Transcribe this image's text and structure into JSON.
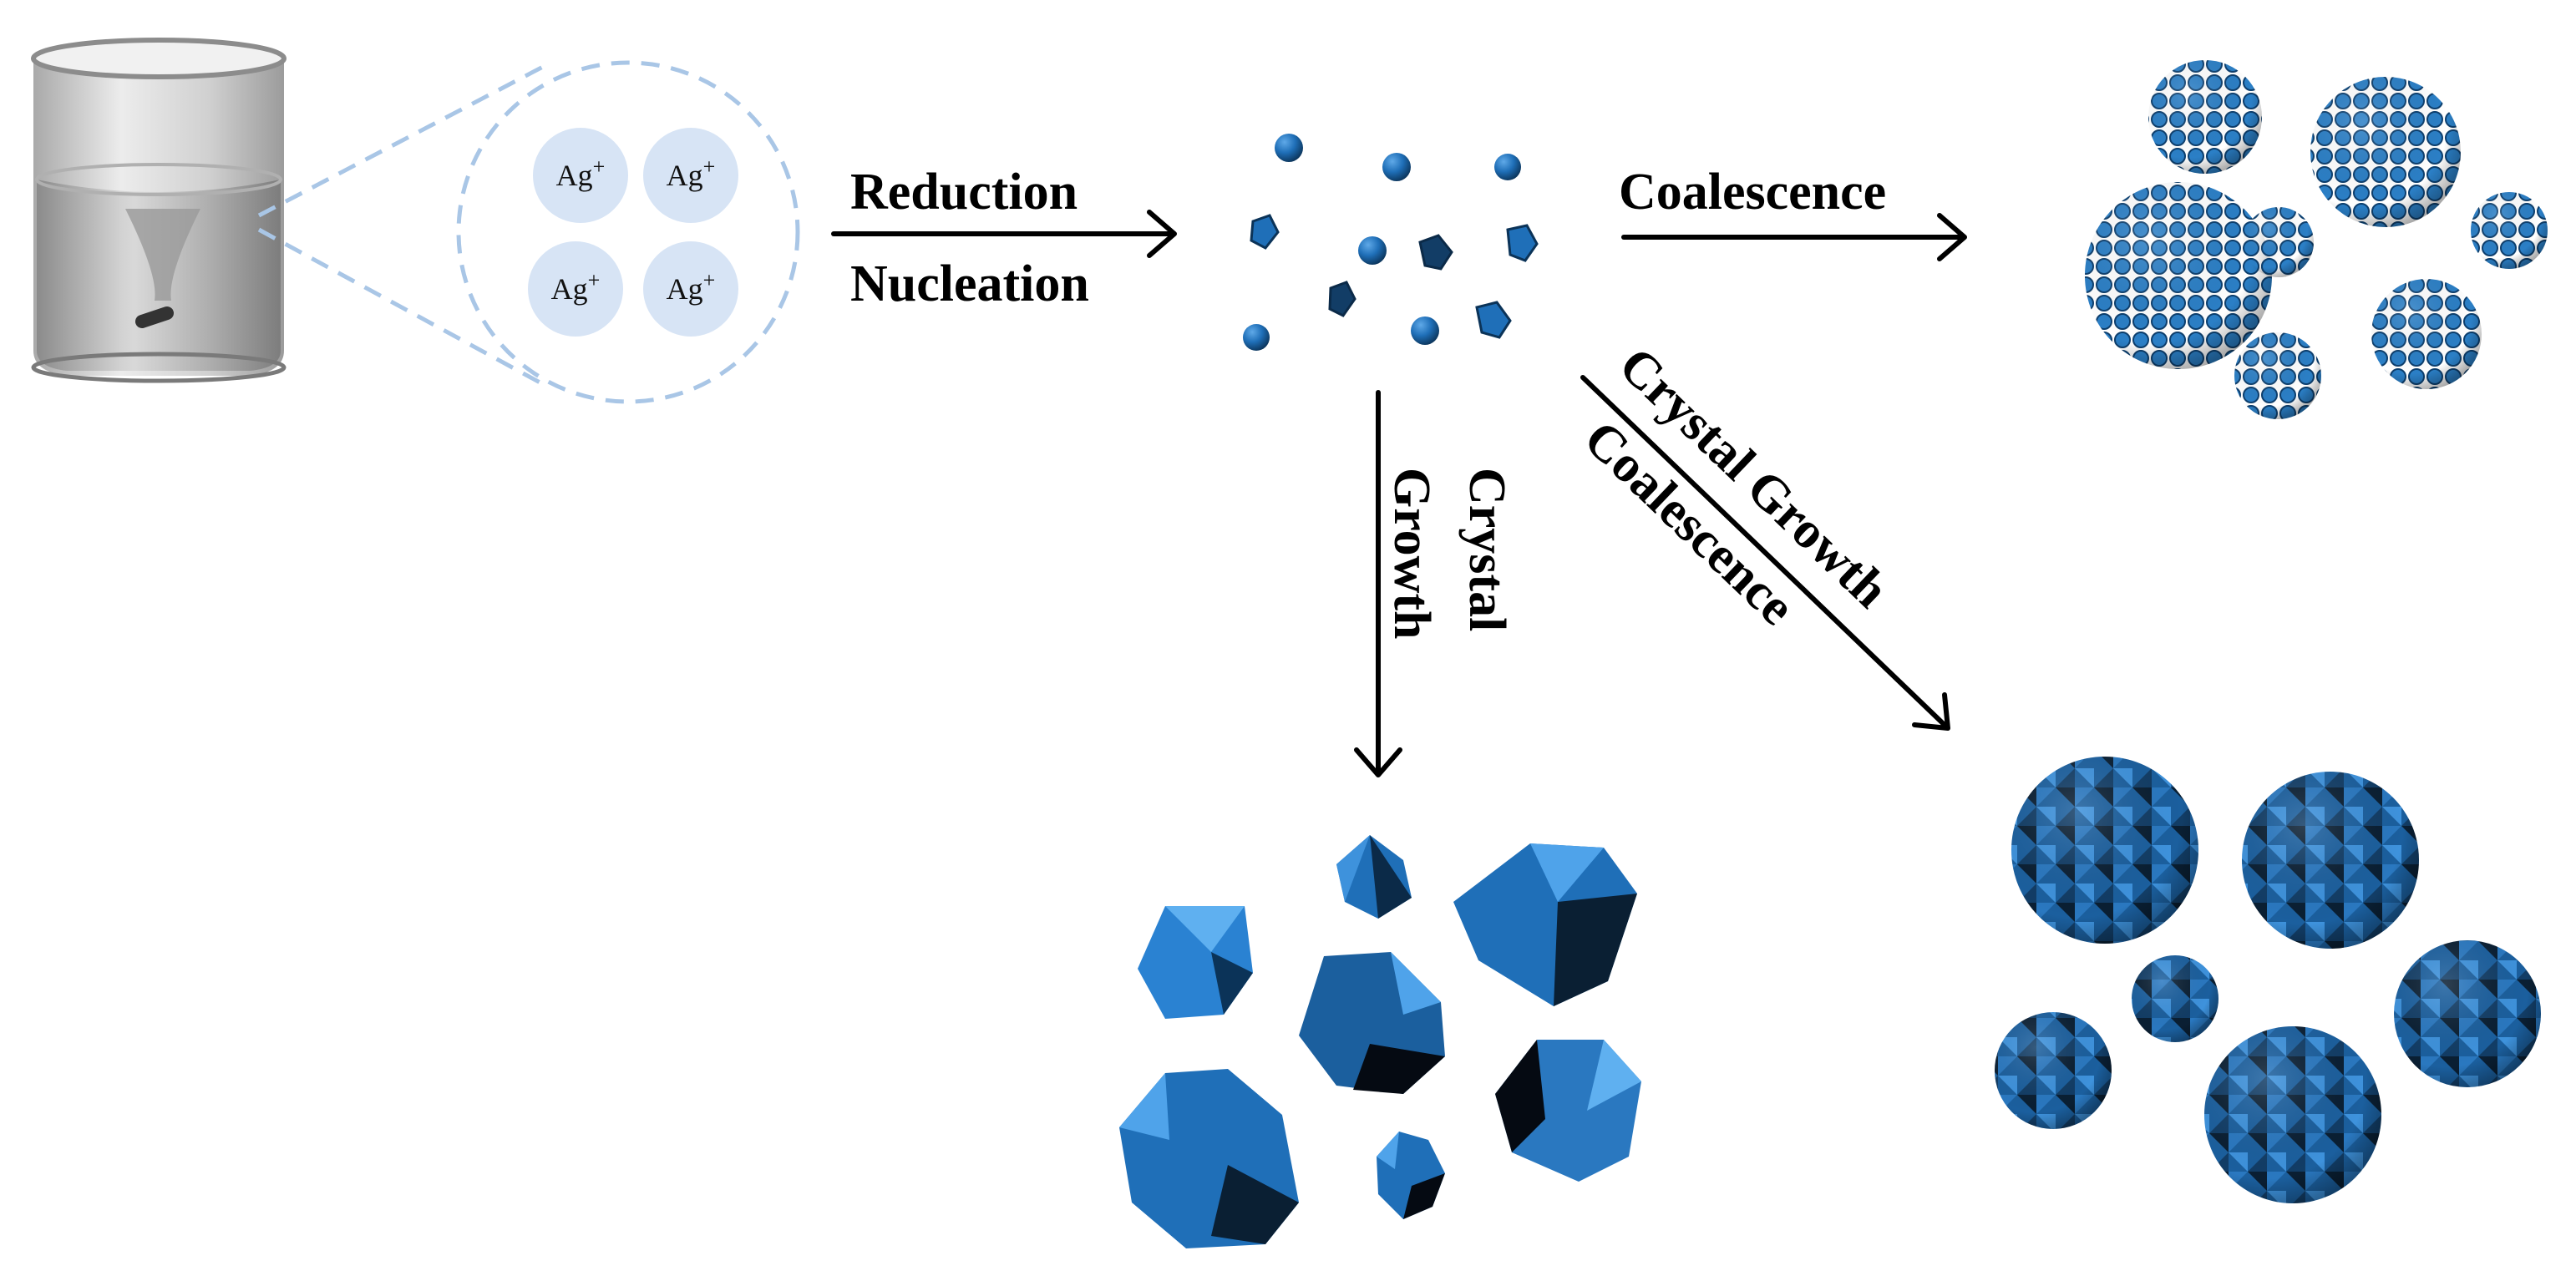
{
  "diagram": {
    "ions": [
      "Ag+",
      "Ag+",
      "Ag+",
      "Ag+"
    ],
    "steps": {
      "reduction": "Reduction",
      "nucleation": "Nucleation",
      "coalescence_top": "Coalescence",
      "crystal_growth_diag": "Crystal Growth",
      "coalescence_diag": "Coalescence",
      "crystal_vertical": "Crystal",
      "growth_vertical": "Growth"
    },
    "colors": {
      "particle_blue": "#1f6fb8",
      "particle_dark": "#0d3f6e",
      "ion_circle": "#d7e4f5",
      "zoom_dash": "#a9c6e6"
    },
    "icons": [
      "beaker-icon",
      "nuclei-particles",
      "coalesced-spheres",
      "octahedral-crystals",
      "faceted-clusters"
    ]
  }
}
